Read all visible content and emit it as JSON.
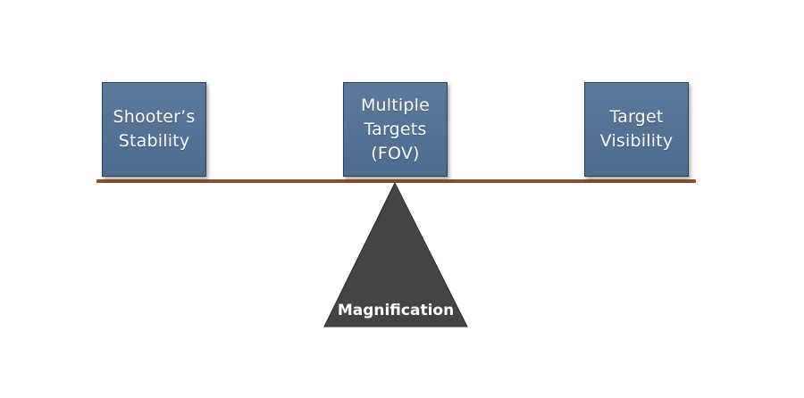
{
  "diagram": {
    "factors": [
      {
        "label": "Shooter’s\nStability"
      },
      {
        "label": "Multiple\nTargets\n(FOV)"
      },
      {
        "label": "Target\nVisibility"
      }
    ],
    "fulcrum_label": "Magnification",
    "colors": {
      "box_fill": "#55739A",
      "box_border": "#2b3e52",
      "beam": "#8b4f2a",
      "fulcrum_fill": "#444444",
      "text": "#ffffff"
    }
  }
}
